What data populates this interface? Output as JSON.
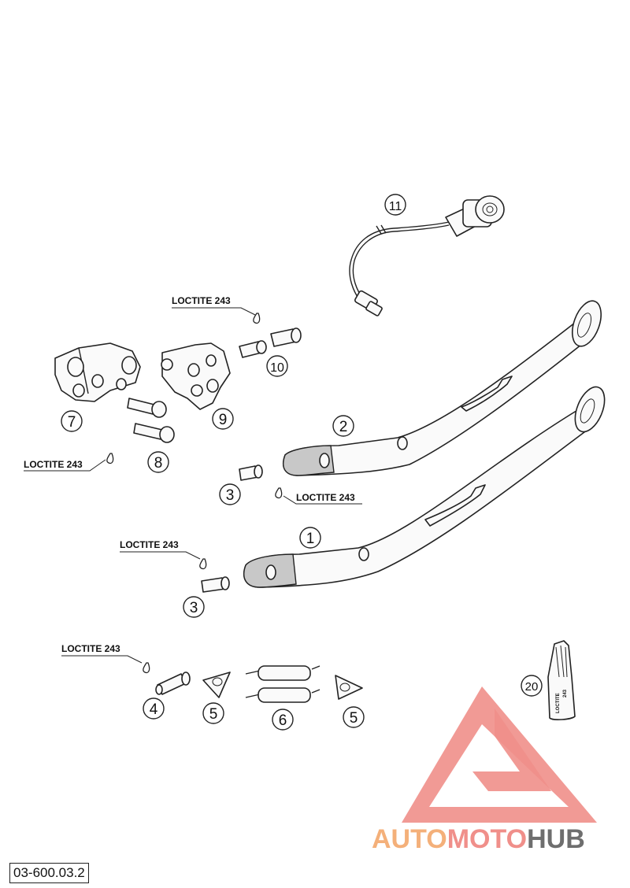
{
  "diagram_code": "03-600.03.2",
  "note_label": "LOCTITE 243",
  "bottle_label": "LOCTITE",
  "bottle_number": "243",
  "callouts": [
    "1",
    "2",
    "3",
    "3",
    "4",
    "5",
    "5",
    "6",
    "7",
    "8",
    "9",
    "10",
    "11",
    "20"
  ],
  "watermark": {
    "part1": "AUTO",
    "part2": "MOTO",
    "part3": "HUB",
    "color_light": "#f4b07a",
    "color_mid": "#f08f8a",
    "color_dark": "#6e6e6e",
    "triangle_color": "#f08f8a"
  }
}
